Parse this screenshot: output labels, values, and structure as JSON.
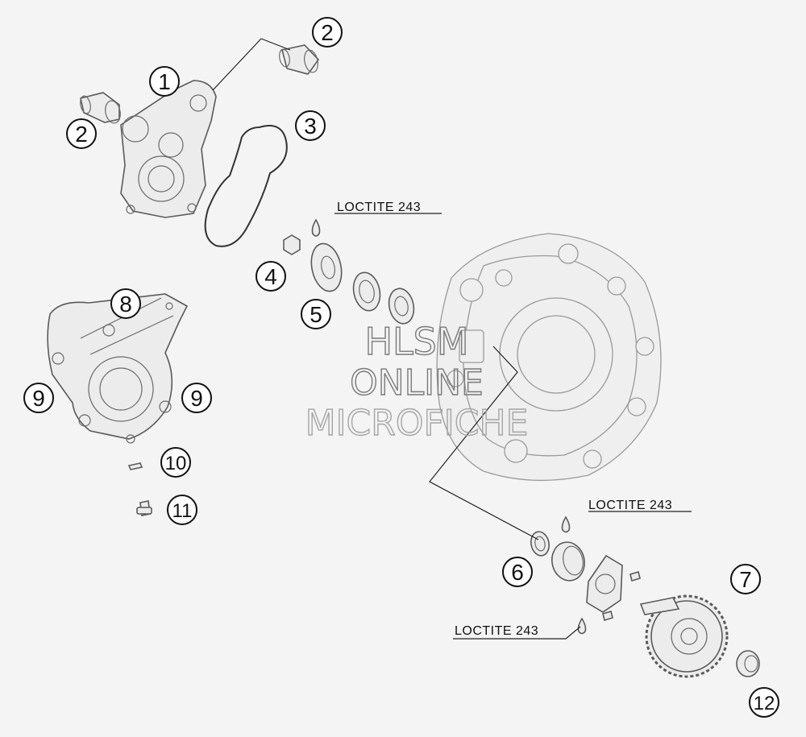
{
  "callouts": [
    {
      "label": "1"
    },
    {
      "label": "2"
    },
    {
      "label": "2"
    },
    {
      "label": "3"
    },
    {
      "label": "4"
    },
    {
      "label": "5"
    },
    {
      "label": "6"
    },
    {
      "label": "7"
    },
    {
      "label": "8"
    },
    {
      "label": "9"
    },
    {
      "label": "9"
    },
    {
      "label": "10"
    },
    {
      "label": "11"
    },
    {
      "label": "12"
    }
  ],
  "notes": [
    "LOCTITE 243",
    "LOCTITE 243",
    "LOCTITE 243"
  ],
  "watermark": {
    "line1": "HLSM",
    "line2": "ONLINE",
    "line3": "MICROFICHE"
  }
}
